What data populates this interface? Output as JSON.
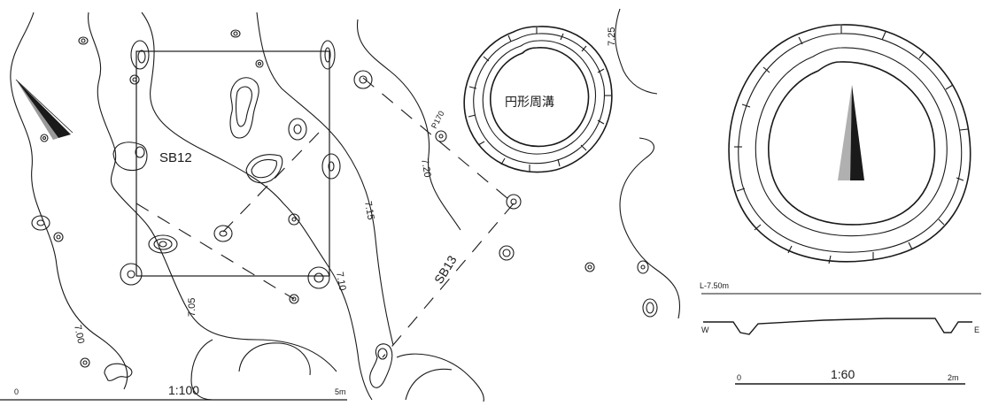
{
  "plan": {
    "feature_circle": "円形周溝",
    "building_a": "SB12",
    "building_b": "SB13",
    "pit": "P170",
    "contours": [
      "7.00",
      "7.05",
      "7.10",
      "7.15",
      "7.20",
      "7.25"
    ],
    "scale_label": "1:100",
    "scale_start": "0",
    "scale_end": "5m"
  },
  "detail": {
    "section_level": "L-7.50m",
    "west": "W",
    "east": "E",
    "scale_label": "1:60",
    "scale_start": "0",
    "scale_end": "2m"
  }
}
